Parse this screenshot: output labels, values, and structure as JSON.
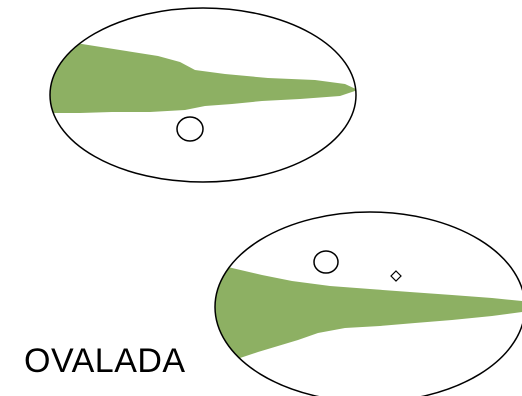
{
  "caption": "OVALADA",
  "colors": {
    "fill": "#8db063",
    "outline": "#000000",
    "background": "#ffffff"
  },
  "figures": [
    {
      "name": "oval-upper",
      "markings": [
        "circle"
      ]
    },
    {
      "name": "oval-lower",
      "markings": [
        "circle",
        "small-diamond"
      ]
    }
  ]
}
